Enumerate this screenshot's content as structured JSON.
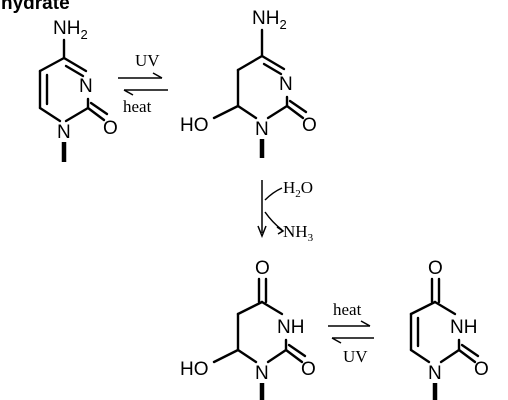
{
  "title_fragment": "hydrate",
  "atoms": {
    "amino": "NH",
    "amino_sub": "2",
    "ring_n": "N",
    "carbonyl_o": "O",
    "hydroxyl": "HO",
    "imide": "NH"
  },
  "conditions": {
    "uv": "UV",
    "heat": "heat",
    "water": "H",
    "water_sub": "2",
    "water_tail": "O",
    "ammonia": "NH",
    "ammonia_sub": "3"
  }
}
